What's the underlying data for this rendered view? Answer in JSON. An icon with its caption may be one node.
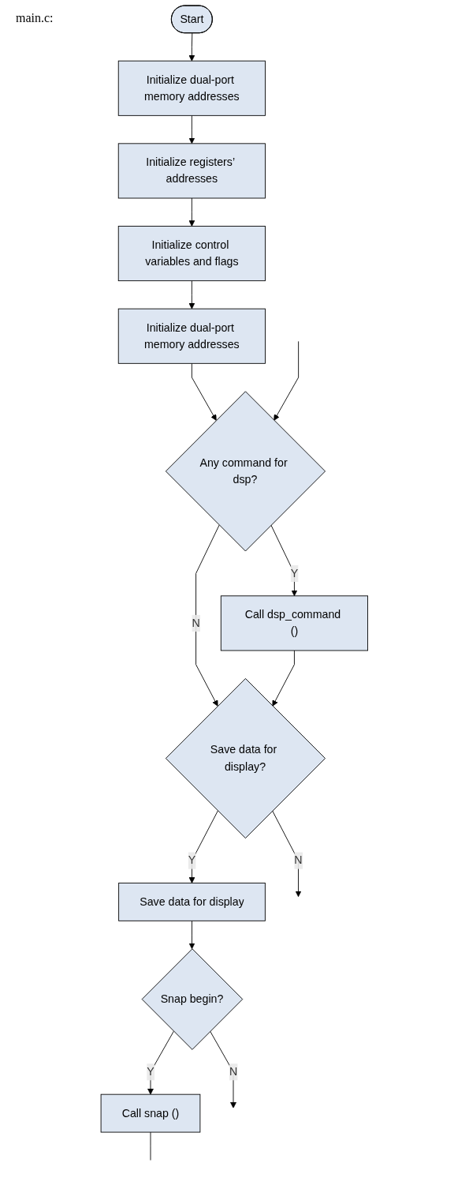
{
  "diagram": {
    "nodes": [
      {
        "text": [
          "Start"
        ]
      },
      {
        "text": [
          "Initialize dual-port memory addresses"
        ]
      },
      {
        "text": [
          "Initialize registers’ addresses"
        ]
      },
      {
        "text": [
          "Initialize control variables and flags"
        ]
      },
      {
        "text": [
          "Initialize dual-port memory addresses"
        ]
      },
      {
        "text": [
          "Any command for dsp?"
        ]
      },
      {
        "text": [
          "Call dsp_command ()"
        ]
      },
      {
        "text": [
          "Save data for display?"
        ]
      },
      {
        "text": [
          "Save data for display"
        ]
      },
      {
        "text": [
          "Snap begin?"
        ]
      },
      {
        "text": [
          "Call snap ()"
        ]
      }
    ],
    "edges": [
      {
        "from": 0,
        "to": 1,
        "arrow": "to"
      },
      {
        "from": 1,
        "to": 2,
        "arrow": "to"
      },
      {
        "from": 2,
        "to": 3,
        "arrow": "to"
      },
      {
        "from": 3,
        "to": 4,
        "arrow": "to"
      },
      {
        "from": 4,
        "to": 5,
        "arrow": "to"
      },
      {
        "from": null,
        "to": 5,
        "arrow": "to"
      },
      {
        "from": 5,
        "to": 6,
        "label": "Y",
        "arrow": "to"
      },
      {
        "from": 5,
        "to": 7,
        "label": "N",
        "arrow": "to"
      },
      {
        "from": 6,
        "to": 7,
        "arrow": "to"
      },
      {
        "from": 7,
        "to": null,
        "label": "N",
        "arrow": "to"
      },
      {
        "from": 7,
        "to": 8,
        "label": "Y",
        "arrow": "to"
      },
      {
        "from": 8,
        "to": 9,
        "arrow": "to"
      },
      {
        "from": 9,
        "to": null,
        "label": "N",
        "arrow": "to"
      },
      {
        "from": 9,
        "to": 10,
        "label": "Y",
        "arrow": "to"
      },
      {
        "from": 10,
        "to": null,
        "arrow": "none"
      }
    ],
    "labels": [
      "main.c:"
    ]
  }
}
